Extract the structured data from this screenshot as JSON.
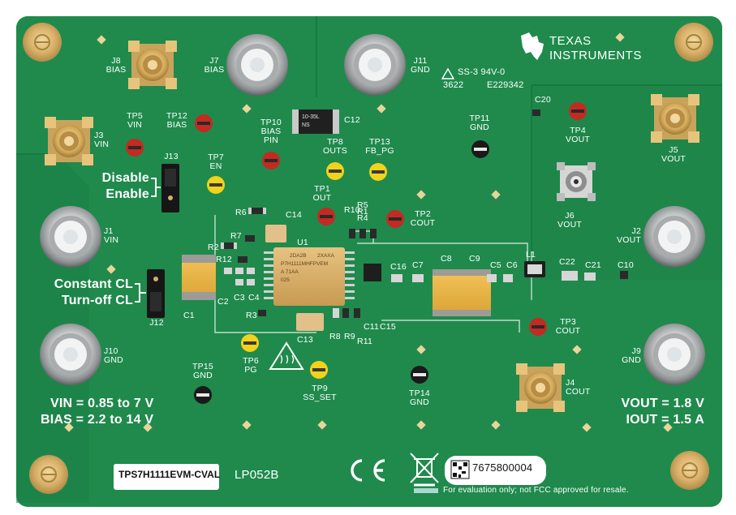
{
  "board": {
    "brand_line1": "TEXAS",
    "brand_line2": "INSTRUMENTS",
    "cert_code": "SS-3 94V-0",
    "cert_file": "E229342",
    "date_code": "3622",
    "part_label": "TPS7H1111EVM-CVAL",
    "pcb_code": "LP052B",
    "serial": "7675800004",
    "notice": "For evaluation only; not FCC approved for resale.",
    "ce_mark": "CE",
    "specs_left": [
      "VIN = 0.85 to 7 V",
      "BIAS = 2.2 to 14 V"
    ],
    "specs_right": [
      "VOUT = 1.8 V",
      "IOUT = 1.5 A"
    ],
    "jumpers": {
      "j13_options": [
        "Disable",
        "Enable"
      ],
      "j12_options": [
        "Constant CL",
        "Turn-off CL"
      ]
    },
    "ic_marking": [
      "2DA2B",
      "2XAXA",
      "P7H1111MHFPVEM",
      "A 71AA",
      "025"
    ],
    "cap_c12_marking": [
      "10-35L",
      "NS"
    ]
  },
  "connectors": {
    "j8": [
      "J8",
      "BIAS"
    ],
    "j7": [
      "J7",
      "BIAS"
    ],
    "j11": [
      "J11",
      "GND"
    ],
    "j3": [
      "J3",
      "VIN"
    ],
    "j1": [
      "J1",
      "VIN"
    ],
    "j10": [
      "J10",
      "GND"
    ],
    "j5": [
      "J5",
      "VOUT"
    ],
    "j6": [
      "J6",
      "VOUT"
    ],
    "j2": [
      "J2",
      "VOUT"
    ],
    "j9": [
      "J9",
      "GND"
    ],
    "j4": [
      "J4",
      "COUT"
    ]
  },
  "testpoints": {
    "tp5": [
      "TP5",
      "VIN"
    ],
    "tp12": [
      "TP12",
      "BIAS"
    ],
    "tp10": [
      "TP10",
      "BIAS",
      "PIN"
    ],
    "tp7": [
      "TP7",
      "EN"
    ],
    "tp8": [
      "TP8",
      "OUTS"
    ],
    "tp13": [
      "TP13",
      "FB_PG"
    ],
    "tp1": [
      "TP1",
      "OUT"
    ],
    "tp2": [
      "TP2",
      "COUT"
    ],
    "tp11": [
      "TP11",
      "GND"
    ],
    "tp4": [
      "TP4",
      "VOUT"
    ],
    "tp3": [
      "TP3",
      "COUT"
    ],
    "tp6": [
      "TP6",
      "PG"
    ],
    "tp9": [
      "TP9",
      "SS_SET"
    ],
    "tp14": [
      "TP14",
      "GND"
    ],
    "tp15": [
      "TP15",
      "GND"
    ]
  },
  "refdes": {
    "j13": "J13",
    "j12": "J12",
    "u1": "U1",
    "l1": "L1",
    "c1": "C1",
    "c2": "C2",
    "c3": "C3",
    "c4": "C4",
    "c5": "C5",
    "c6": "C6",
    "c7": "C7",
    "c8": "C8",
    "c9": "C9",
    "c10": "C10",
    "c11": "C11",
    "c12": "C12",
    "c13": "C13",
    "c14": "C14",
    "c15": "C15",
    "c16": "C16",
    "c20": "C20",
    "c21": "C21",
    "c22": "C22",
    "r1": "R1",
    "r2": "R2",
    "r3": "R3",
    "r4": "R4",
    "r5": "R5",
    "r6": "R6",
    "r7": "R7",
    "r8": "R8",
    "r9": "R9",
    "r10": "R10",
    "r11": "R11",
    "r12": "R12"
  },
  "colors": {
    "pcb": "#1f8a4c",
    "pcb_dark": "#177a40",
    "silk": "#ffffff",
    "gold": "#d9b36a",
    "tp_red": "#c42a22",
    "tp_yellow": "#f1d21c",
    "tp_black": "#1a1a1a"
  }
}
